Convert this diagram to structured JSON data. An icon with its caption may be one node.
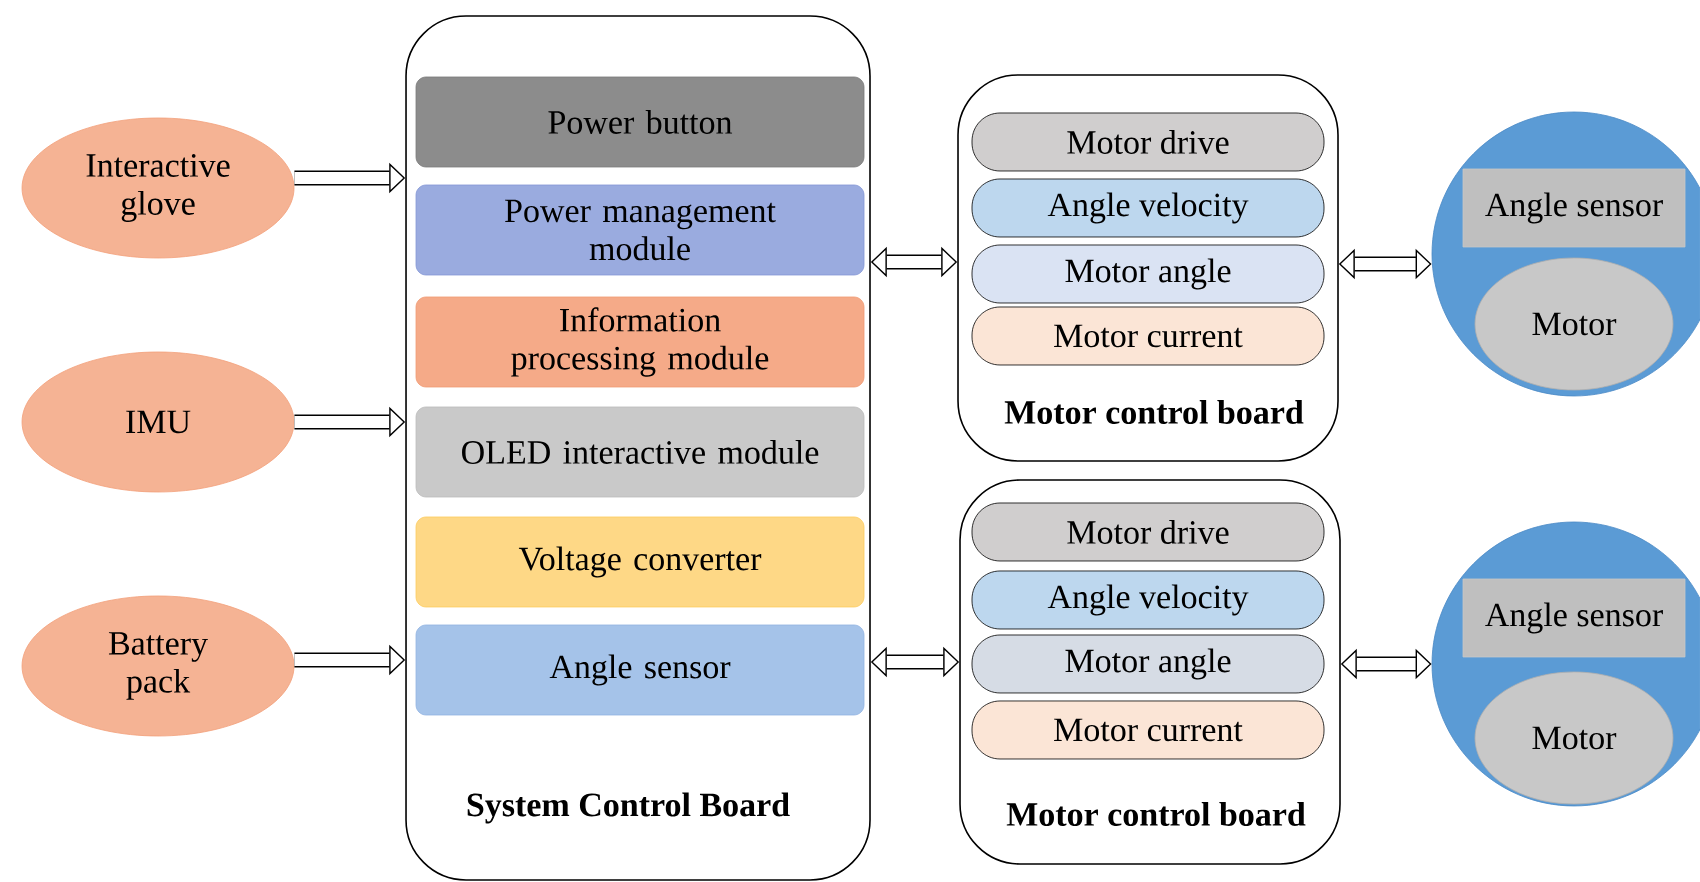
{
  "diagram": {
    "nodes": [
      {
        "text": [
          "Interactive glove"
        ]
      },
      {
        "text": [
          "IMU"
        ]
      },
      {
        "text": [
          "Battery pack"
        ]
      },
      {
        "text": [
          "System Control Board"
        ]
      },
      {
        "text": [
          "Power button"
        ],
        "in": 3
      },
      {
        "text": [
          "Power management module"
        ],
        "in": 3
      },
      {
        "text": [
          "Information processing module"
        ],
        "in": 3
      },
      {
        "text": [
          "OLED  interactive module"
        ],
        "in": 3
      },
      {
        "text": [
          "Voltage converter"
        ],
        "in": 3
      },
      {
        "text": [
          "Angle sensor"
        ],
        "in": 3
      },
      {
        "text": [
          "Motor control board"
        ]
      },
      {
        "text": [
          "Motor drive"
        ],
        "in": 10
      },
      {
        "text": [
          "Angle velocity"
        ],
        "in": 10
      },
      {
        "text": [
          "Motor angle"
        ],
        "in": 10
      },
      {
        "text": [
          "Motor current"
        ],
        "in": 10
      },
      {
        "text": [
          "Motor control board"
        ]
      },
      {
        "text": [
          "Motor drive"
        ],
        "in": 15
      },
      {
        "text": [
          "Angle velocity"
        ],
        "in": 15
      },
      {
        "text": [
          "Motor angle"
        ],
        "in": 15
      },
      {
        "text": [
          "Motor current"
        ],
        "in": 15
      },
      {
        "text": [],
        "shape": "circle"
      },
      {
        "text": [
          "Angle sensor"
        ],
        "in": 20
      },
      {
        "text": [
          "Motor"
        ],
        "in": 20
      },
      {
        "text": [],
        "shape": "circle"
      },
      {
        "text": [
          "Angle sensor"
        ],
        "in": 23
      },
      {
        "text": [
          "Motor"
        ],
        "in": 23
      }
    ],
    "edges": [
      {
        "from": 0,
        "to": 3,
        "arrow": "to"
      },
      {
        "from": 1,
        "to": 3,
        "arrow": "to"
      },
      {
        "from": 2,
        "to": 3,
        "arrow": "to"
      },
      {
        "from": 3,
        "to": 10,
        "arrow": "both"
      },
      {
        "from": 3,
        "to": 15,
        "arrow": "both"
      },
      {
        "from": 10,
        "to": 20,
        "arrow": "both"
      },
      {
        "from": 15,
        "to": 23,
        "arrow": "both"
      }
    ]
  }
}
